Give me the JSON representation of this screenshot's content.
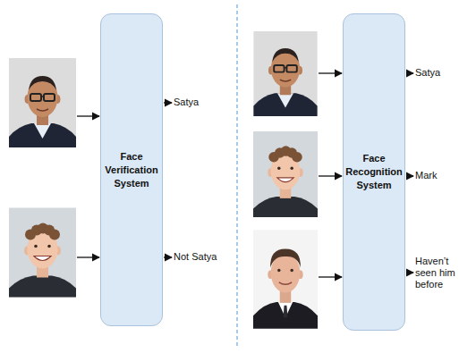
{
  "diagram": {
    "nodes": [
      {
        "text": [
          "Face Verification System"
        ]
      },
      {
        "text": [
          "Face Recognition System"
        ]
      }
    ],
    "labels": [
      "Satya",
      "Not Satya",
      "Satya",
      "Mark",
      "Haven’t seen him before"
    ]
  }
}
